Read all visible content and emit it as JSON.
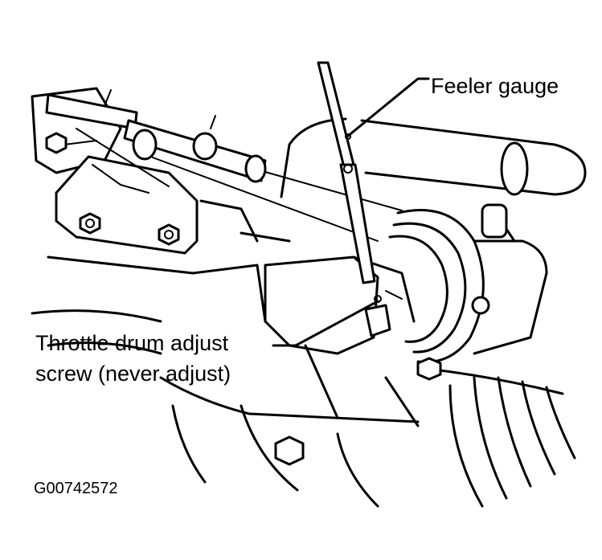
{
  "labels": {
    "feeler_gauge": "Feeler gauge",
    "throttle_line1": "Throttle drum adjust",
    "throttle_line2": "screw (never adjust)"
  },
  "figure_code": "G00742572"
}
